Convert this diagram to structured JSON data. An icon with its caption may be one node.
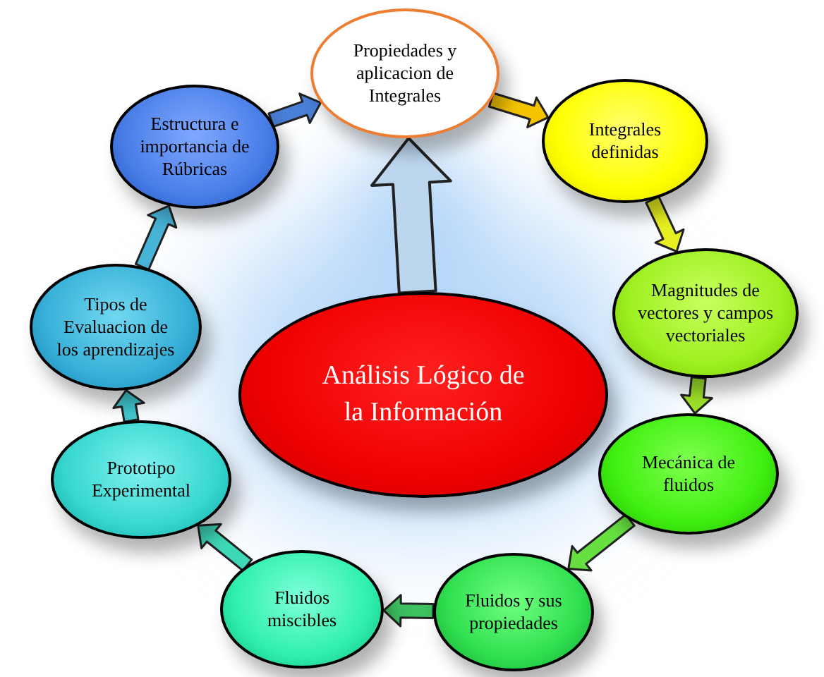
{
  "diagram": {
    "nodes": [
      {
        "text": [
          "Análisis Lógico de la Información"
        ]
      },
      {
        "text": [
          "Propiedades y aplicacion de Integrales"
        ]
      },
      {
        "text": [
          "Integrales definidas"
        ]
      },
      {
        "text": [
          "Magnitudes de vectores y campos vectoriales"
        ]
      },
      {
        "text": [
          "Mecánica de fluidos"
        ]
      },
      {
        "text": [
          "Fluidos y sus propiedades"
        ]
      },
      {
        "text": [
          "Fluidos miscibles"
        ]
      },
      {
        "text": [
          "Prototipo Experimental"
        ]
      },
      {
        "text": [
          "Tipos de Evaluacion de los aprendizajes"
        ]
      },
      {
        "text": [
          "Estructura e importancia de Rúbricas"
        ]
      }
    ],
    "edges": [
      {
        "from": 0,
        "to": 1,
        "arrow": "to",
        "style": "thick",
        "color": "#bcd6ee"
      },
      {
        "from": 1,
        "to": 2,
        "arrow": "to",
        "color": "#f5c400"
      },
      {
        "from": 2,
        "to": 3,
        "arrow": "to",
        "color": "#e8ef20"
      },
      {
        "from": 3,
        "to": 4,
        "arrow": "to",
        "color": "#9ee02a"
      },
      {
        "from": 4,
        "to": 5,
        "arrow": "to",
        "color": "#66e040"
      },
      {
        "from": 5,
        "to": 6,
        "arrow": "to",
        "color": "#3cc060"
      },
      {
        "from": 6,
        "to": 7,
        "arrow": "to",
        "color": "#3ed8b8"
      },
      {
        "from": 7,
        "to": 8,
        "arrow": "to",
        "color": "#40c8d0"
      },
      {
        "from": 8,
        "to": 9,
        "arrow": "to",
        "color": "#48b4d8"
      },
      {
        "from": 9,
        "to": 1,
        "arrow": "to",
        "color": "#4a7fd8"
      }
    ]
  }
}
